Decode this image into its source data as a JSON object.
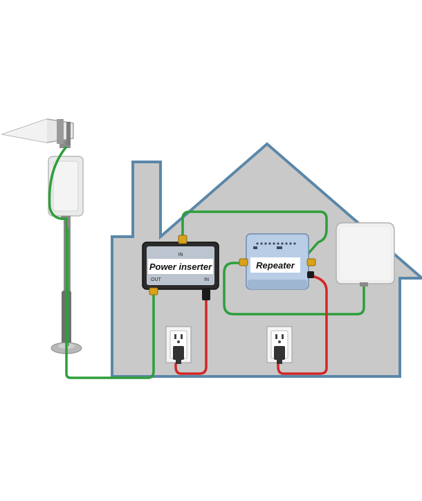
{
  "devices": {
    "power_inserter": {
      "label": "Power inserter",
      "port_in_top": "IN",
      "port_out": "OUT",
      "port_in_right": "IN"
    },
    "repeater": {
      "label": "Repeater"
    }
  },
  "colors": {
    "house_outline": "#5b87a8",
    "house_fill": "#c9c9c9",
    "coax_cable": "#2e9e3a",
    "power_cable": "#d32626",
    "repeater_body": "#b9cde6",
    "inserter_body": "#2b2b2b",
    "label_box": "#ffffff",
    "connector": "#d8a21a"
  },
  "icons": [
    "yagi-antenna-icon",
    "outdoor-panel-antenna-icon",
    "indoor-panel-antenna-icon",
    "wall-outlet-icon",
    "power-plug-icon"
  ]
}
